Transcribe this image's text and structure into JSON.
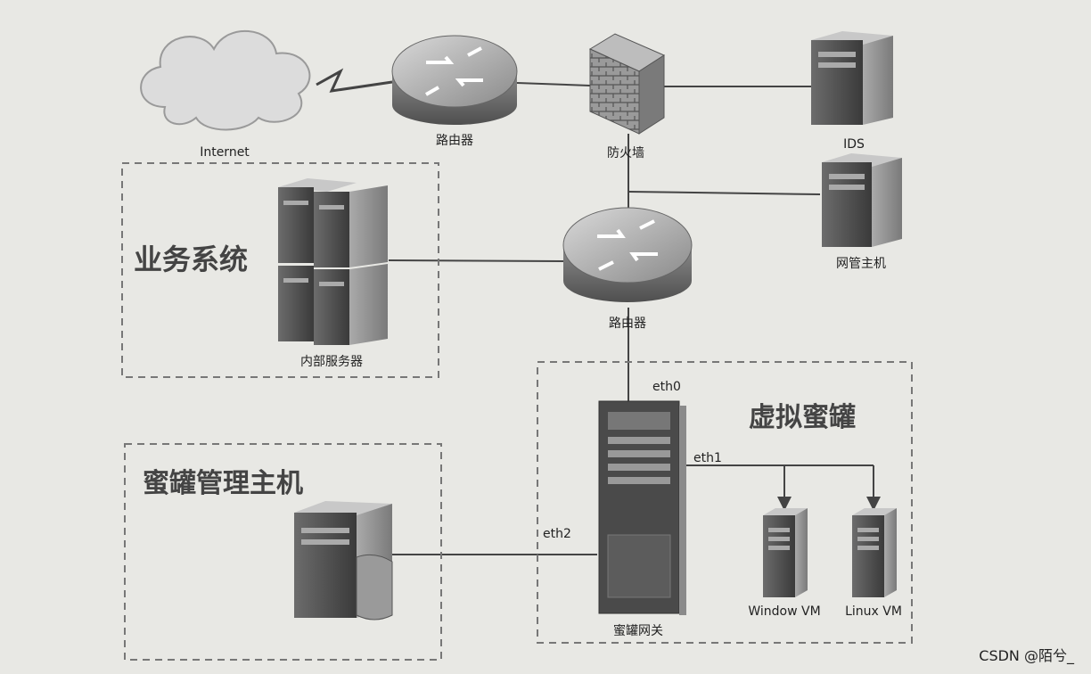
{
  "nodes": {
    "internet": "Internet",
    "router_top": "路由器",
    "firewall": "防火墙",
    "ids": "IDS",
    "mgmt_host": "网管主机",
    "router_mid": "路由器",
    "internal_servers": "内部服务器",
    "honeypot_gateway": "蜜罐网关",
    "window_vm": "Window VM",
    "linux_vm": "Linux VM"
  },
  "groups": {
    "business": "业务系统",
    "virtual_honeypot": "虚拟蜜罐",
    "honeypot_mgmt": "蜜罐管理主机"
  },
  "interfaces": {
    "eth0": "eth0",
    "eth1": "eth1",
    "eth2": "eth2"
  },
  "watermark": "CSDN @陌兮_",
  "colors": {
    "background": "#e8e8e4",
    "line": "#444444",
    "dashed": "#777777"
  }
}
